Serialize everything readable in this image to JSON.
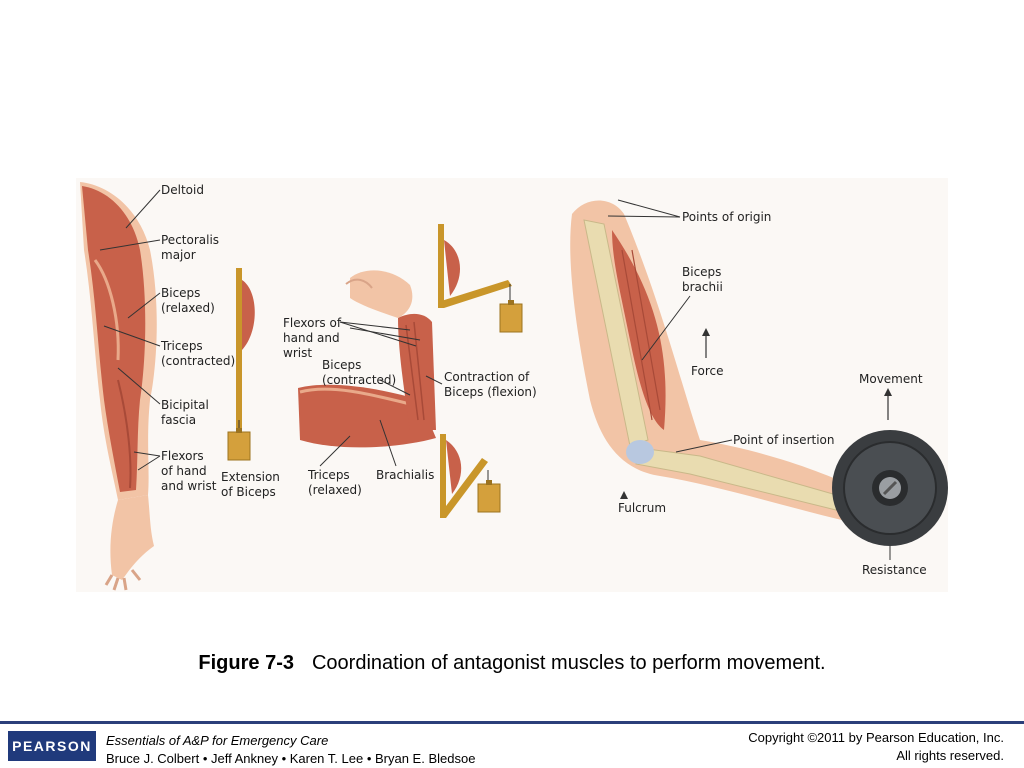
{
  "labels": {
    "deltoid": "Deltoid",
    "pectoralis_1": "Pectoralis",
    "pectoralis_2": "major",
    "biceps_relaxed_1": "Biceps",
    "biceps_relaxed_2": "(relaxed)",
    "triceps_contracted_1": "Triceps",
    "triceps_contracted_2": "(contracted)",
    "bicipital_1": "Bicipital",
    "bicipital_2": "fascia",
    "flexors_left_1": "Flexors",
    "flexors_left_2": "of hand",
    "flexors_left_3": "and wrist",
    "extension_1": "Extension",
    "extension_2": "of Biceps",
    "flexors_mid_1": "Flexors of",
    "flexors_mid_2": "hand and",
    "flexors_mid_3": "wrist",
    "biceps_contracted_1": "Biceps",
    "biceps_contracted_2": "(contracted)",
    "contraction_1": "Contraction of",
    "contraction_2": "Biceps (flexion)",
    "triceps_relaxed_1": "Triceps",
    "triceps_relaxed_2": "(relaxed)",
    "brachialis": "Brachialis",
    "points_of_origin": "Points of origin",
    "biceps_brachii_1": "Biceps",
    "biceps_brachii_2": "brachii",
    "force": "Force",
    "movement": "Movement",
    "point_of_insertion": "Point of insertion",
    "fulcrum": "Fulcrum",
    "resistance": "Resistance"
  },
  "caption": {
    "figure_number": "Figure 7-3",
    "text": "Coordination of antagonist muscles to perform movement."
  },
  "footer": {
    "logo": "PEARSON",
    "book_title": "Essentials of A&P for Emergency Care",
    "authors": "Bruce J. Colbert • Jeff Ankney • Karen T. Lee • Bryan E. Bledsoe",
    "copyright": "Copyright ©2011 by Pearson Education, Inc.",
    "rights": "All rights reserved."
  },
  "colors": {
    "muscle": "#c8614a",
    "muscle_light": "#e9a98a",
    "skin": "#f2c4a6",
    "bone": "#e9dcb0",
    "lever_gold": "#c9962a",
    "weight_plate": "#3a3d40",
    "footer_blue": "#203a7c"
  }
}
